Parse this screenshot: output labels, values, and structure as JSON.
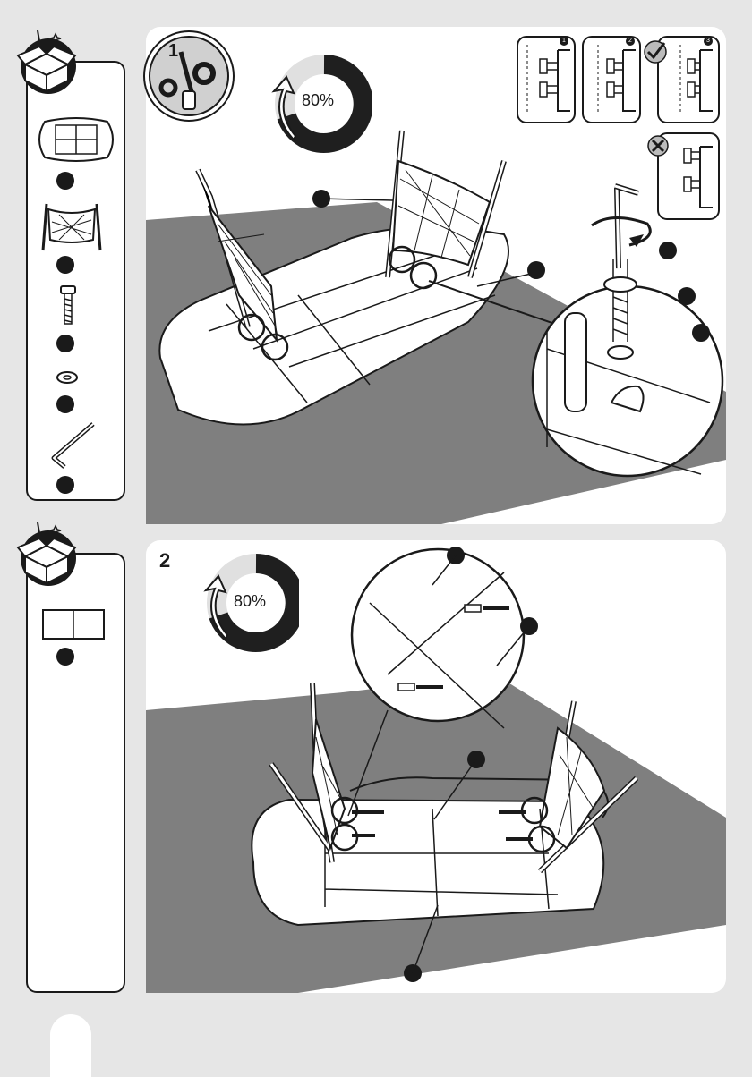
{
  "step1": {
    "tool_badge_number": "1",
    "progress_label": "80%",
    "progress_value": 0.8,
    "bolt_option_numbers": [
      "1",
      "2",
      "3"
    ]
  },
  "step2": {
    "step_number": "2",
    "progress_label": "80%",
    "progress_value": 0.8
  },
  "icons": [
    "open-box-icon",
    "tools-icon",
    "rotate-arrow-icon",
    "check-icon",
    "cross-icon",
    "allen-key-icon",
    "bolt-icon",
    "washer-icon"
  ],
  "colors": {
    "background": "#e6e6e6",
    "panel": "#ffffff",
    "ink": "#1a1a1a",
    "floor": "#7f7f7f",
    "tool_circle": "#d0d0d0"
  }
}
